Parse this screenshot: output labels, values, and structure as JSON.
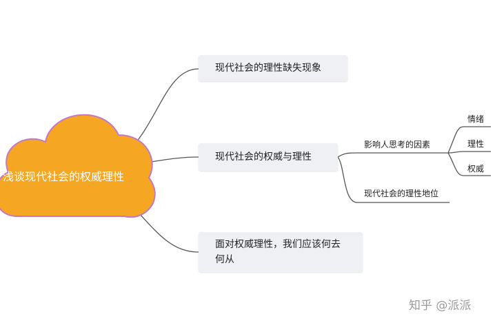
{
  "root": {
    "label": "浅谈现代社会的权威理性",
    "fill_color": "#f5a623",
    "border_color": "#c478c4"
  },
  "branches": [
    {
      "label": "现代社会的理性缺失现象"
    },
    {
      "label": "现代社会的权威与理性",
      "children": [
        {
          "label": "影响人思考的因素",
          "children": [
            {
              "label": "情绪"
            },
            {
              "label": "理性"
            },
            {
              "label": "权威"
            }
          ]
        },
        {
          "label": "现代社会的理性地位"
        }
      ]
    },
    {
      "label": "面对权威理性，我们应该何去何从"
    }
  ],
  "watermark": {
    "logo": "知乎",
    "handle": "@派派"
  },
  "colors": {
    "connector": "#555555",
    "node_fill": "#eef0f4"
  }
}
